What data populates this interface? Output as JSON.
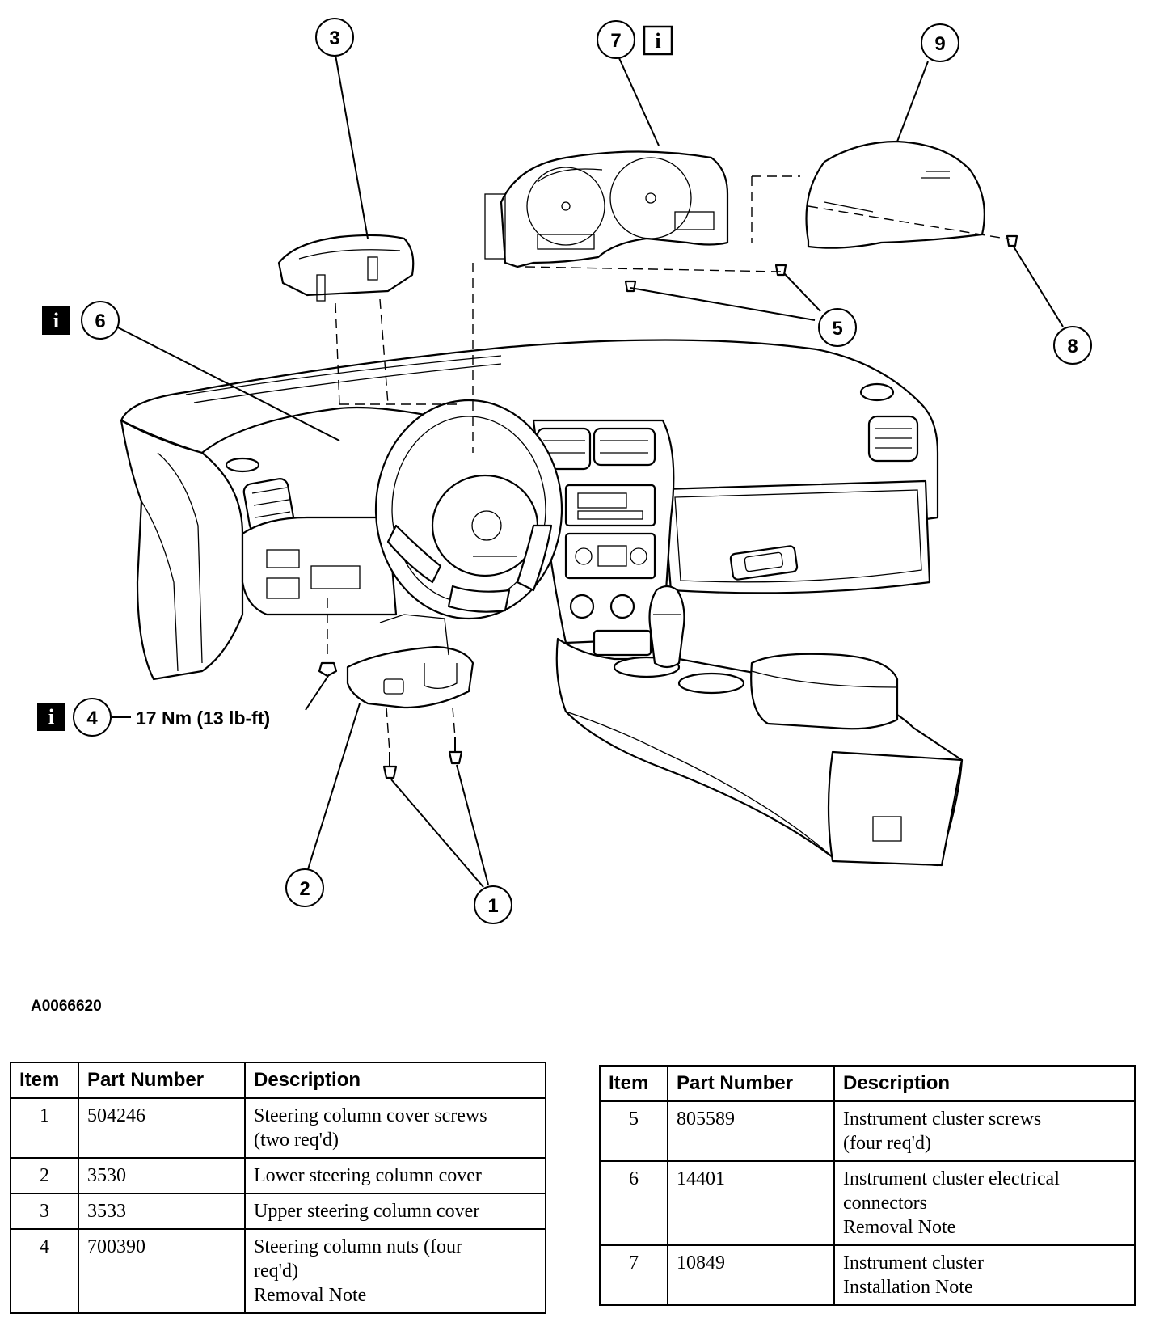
{
  "callouts": {
    "c1": "1",
    "c2": "2",
    "c3": "3",
    "c4": "4",
    "c5": "5",
    "c6": "6",
    "c7": "7",
    "c8": "8",
    "c9": "9",
    "info_symbol": "i",
    "torque": "17 Nm (13 lb-ft)"
  },
  "figure_id": "A0066620",
  "table_headers": {
    "item": "Item",
    "part_number": "Part Number",
    "description": "Description"
  },
  "table_left": [
    {
      "item": "1",
      "part": "504246",
      "desc": [
        "Steering column cover screws",
        "(two req'd)"
      ]
    },
    {
      "item": "2",
      "part": "3530",
      "desc": [
        "Lower steering column cover"
      ]
    },
    {
      "item": "3",
      "part": "3533",
      "desc": [
        "Upper steering column cover"
      ]
    },
    {
      "item": "4",
      "part": "700390",
      "desc": [
        "Steering column nuts (four",
        "req'd)",
        "Removal Note"
      ]
    }
  ],
  "table_right": [
    {
      "item": "5",
      "part": "805589",
      "desc": [
        "Instrument cluster screws",
        "(four req'd)"
      ]
    },
    {
      "item": "6",
      "part": "14401",
      "desc": [
        "Instrument cluster electrical",
        "connectors",
        "Removal Note"
      ]
    },
    {
      "item": "7",
      "part": "10849",
      "desc": [
        "Instrument cluster",
        "Installation Note"
      ]
    }
  ]
}
